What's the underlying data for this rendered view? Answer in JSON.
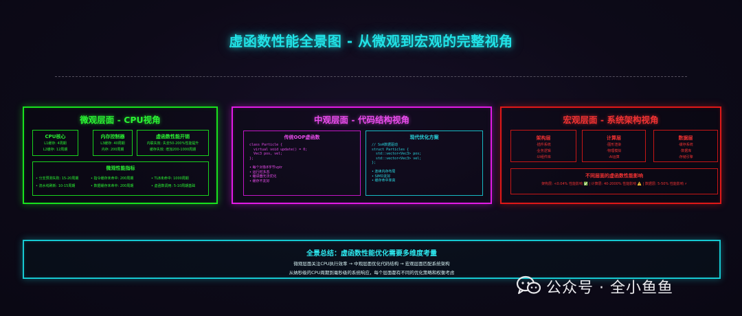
{
  "header": {
    "title": "虚函数性能全景图 - 从微观到宏观的完整视角"
  },
  "micro": {
    "title": "微观层面 - CPU视角",
    "cpu": {
      "title": "CPU核心",
      "lines": [
        "L1缓存: 4周期",
        "L2缓存: 12周期"
      ]
    },
    "memory": {
      "title": "内存控制器",
      "lines": [
        "L3缓存: 40周期",
        "内存: 200周期"
      ]
    },
    "overhead": {
      "title": "虚函数性能开销",
      "lines": [
        "内联失效: 失去50-200%性能提升",
        "缓存失效: 增加200-1000周期"
      ]
    },
    "metrics": {
      "title": "微观性能指标",
      "items": [
        "• 分支预测失败: 15-20周期",
        "• 指令缓存未命中: 200周期",
        "• TLB未命中: 1000周期",
        "• 流水线刷新: 10-15周期",
        "• 数据缓存未命中: 200周期",
        "• 虚函数调用: 5-10周期基础"
      ]
    }
  },
  "meso": {
    "title": "中观层面 - 代码结构视角",
    "oop": {
      "title": "传统OOP虚函数",
      "code": "class Particle {\n  virtual void update() = 0;\n  Vec3 pos, vel;\n};",
      "bullets": [
        "• 每个对象8字节vptr",
        "• 运行时多态",
        "• 编译器无法优化",
        "• 缓存不友好"
      ]
    },
    "modern": {
      "title": "现代优化方案",
      "code": "// SoA数据驱动\nstruct Particles {\n  std::vector<Vec3> pos;\n  std::vector<Vec3> vel;\n};",
      "bullets": [
        "• 连续内存布局",
        "• SIMD友好",
        "• 缓存命中率高"
      ]
    }
  },
  "macro": {
    "title": "宏观层面 - 系统架构视角",
    "arch": {
      "title": "架构层",
      "lines": [
        "·插件系统",
        "·业务逻辑",
        "·UI组件库"
      ]
    },
    "compute": {
      "title": "计算层",
      "lines": [
        "·图形渲染",
        "·物理模拟",
        "·AI运算"
      ]
    },
    "data": {
      "title": "数据层",
      "lines": [
        "·缓存系统",
        "·数据库",
        "·存储引擎"
      ]
    },
    "impact": {
      "title": "不同层面的虚函数性能影响",
      "line": "架构层: <0.04% 性能影响 ✅  |  计算层: 40-2000% 性能影响 ⚠️  |  数据层: 5-50% 性能影响 ⚡"
    }
  },
  "summary": {
    "title": "全景总结：虚函数性能优化需要多维度考量",
    "line1": "微观层面关注CPU执行效率 → 中观层面优化代码结构 → 宏观层面匹配系统架构",
    "line2": "从纳秒级的CPU周期到毫秒级的系统响应，每个层面都有不同的优化策略和权衡考虑"
  },
  "watermark": {
    "text": "公众号 · 全小鱼鱼"
  },
  "colors": {
    "cyan": "#21e2e6",
    "green": "#19e11e",
    "magenta": "#e21be6",
    "red": "#e01818",
    "background": "#0d0a18"
  }
}
